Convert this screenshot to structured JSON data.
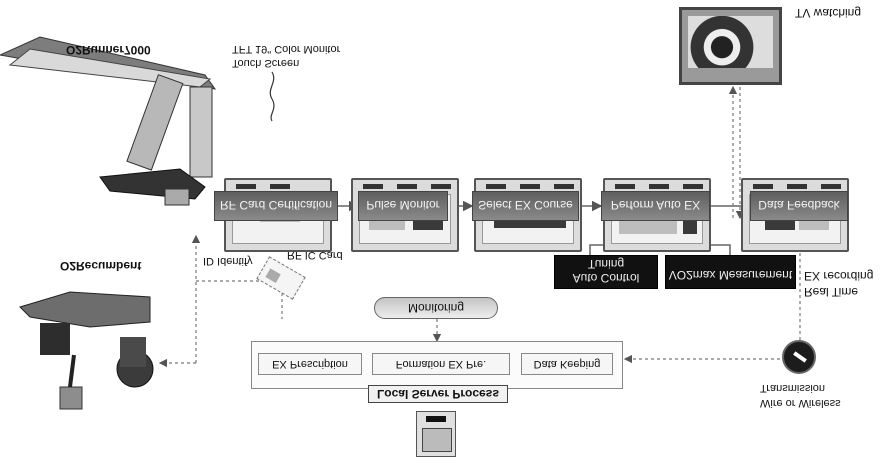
{
  "devices": {
    "top_left": "O2Runner7000",
    "bottom_left": "O2Recumbent"
  },
  "monitor_notes": [
    "TFT 19\" Color Monitor",
    "Touch Screen"
  ],
  "tv_label": "TV watching",
  "process_steps": [
    "RF Card Certification",
    "Pulse Monitor",
    "Select EX Course",
    "Perform Auto EX",
    "Data Feedback"
  ],
  "control_boxes": [
    {
      "line1": "Auto Control",
      "line2": "Tuning"
    },
    {
      "line1": "VO2max Measurement",
      "line2": ""
    }
  ],
  "side_labels": {
    "ex_recording": "EX recording",
    "real_time": "Real Time",
    "transmission": "Transmission",
    "wire_wireless": "Wire or Wireless"
  },
  "rf_labels": {
    "id_identify": "ID Identify",
    "rf_card": "RF IC Card"
  },
  "monitoring": "Monitoring",
  "server": {
    "title": "Local Server Process",
    "items": [
      "EX Prescription",
      "Formation EX Pre.",
      "Data Keeping"
    ]
  }
}
